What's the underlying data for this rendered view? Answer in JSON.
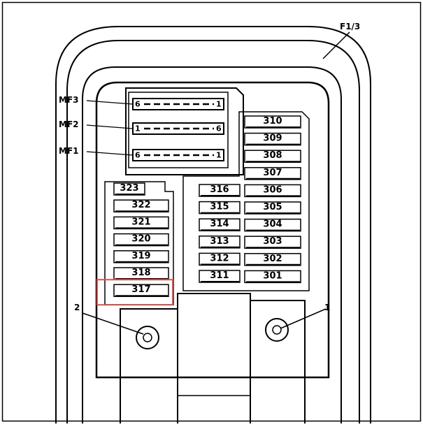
{
  "diagram": {
    "box_label": "F1/3",
    "connectors": [
      {
        "name": "MF3",
        "left_pin": "6",
        "right_pin": "1"
      },
      {
        "name": "MF2",
        "left_pin": "1",
        "right_pin": "6"
      },
      {
        "name": "MF1",
        "left_pin": "6",
        "right_pin": "1"
      }
    ],
    "left_column": [
      "323",
      "322",
      "321",
      "320",
      "319",
      "318",
      "317"
    ],
    "middle_column": [
      "316",
      "315",
      "314",
      "313",
      "312",
      "311"
    ],
    "right_column": [
      "310",
      "309",
      "308",
      "307",
      "306",
      "305",
      "304",
      "303",
      "302",
      "301"
    ],
    "highlighted_fuse": "317",
    "highlight_color": "#d9534f",
    "mount_points": [
      {
        "label": "2"
      },
      {
        "label": "1"
      }
    ]
  }
}
